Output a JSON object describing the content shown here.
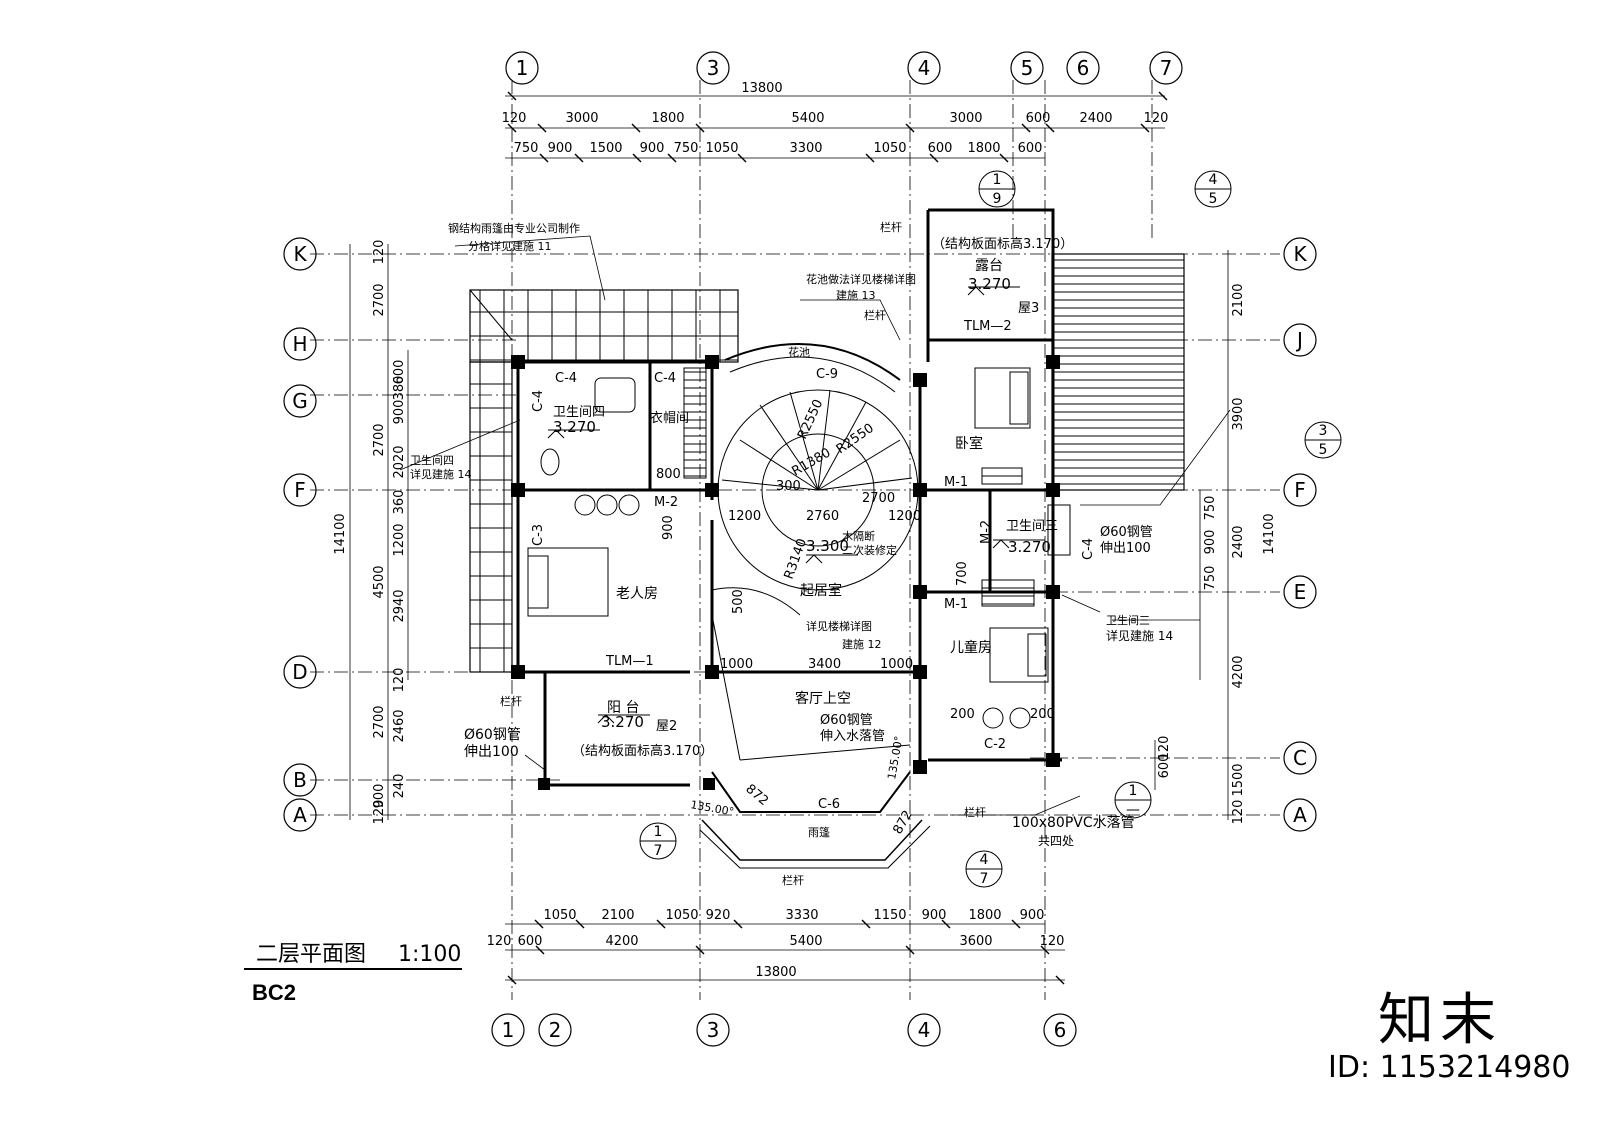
{
  "drawing": {
    "title": "二层平面图",
    "scale": "1:100",
    "sheet_code": "BC2"
  },
  "watermark": {
    "logo": "知末",
    "id_text": "ID: 1153214980"
  },
  "axes_top": [
    "1",
    "3",
    "4",
    "5",
    "6",
    "7"
  ],
  "axes_bottom": [
    "1",
    "2",
    "3",
    "4",
    "6"
  ],
  "axes_left": [
    "K",
    "H",
    "G",
    "F",
    "D",
    "B",
    "A"
  ],
  "axes_right": [
    "K",
    "J",
    "F",
    "E",
    "C",
    "A"
  ],
  "dims_top": {
    "overall": "13800",
    "row1": [
      "120",
      "3000",
      "1800",
      "5400",
      "3000",
      "600",
      "2400",
      "120"
    ],
    "row2": [
      "750",
      "900",
      "1500",
      "900",
      "750",
      "1050",
      "3300",
      "1050",
      "600",
      "1800",
      "600"
    ]
  },
  "dims_bottom": {
    "row1": [
      "1050",
      "2100",
      "1050",
      "920",
      "3330",
      "1150",
      "900",
      "1800",
      "900"
    ],
    "row2": [
      "120",
      "600",
      "4200",
      "5400",
      "3600",
      "120"
    ],
    "overall": "13800"
  },
  "dims_left": {
    "overall": "14100",
    "segments": [
      "120",
      "2700",
      "2700",
      "4500",
      "2700",
      "900",
      "120"
    ],
    "details": [
      "600",
      "380",
      "900",
      "2020",
      "360",
      "1200",
      "2940",
      "120",
      "2460",
      "240"
    ]
  },
  "dims_right": {
    "overall": "14100",
    "segments": [
      "2100",
      "3900",
      "2400",
      "4200",
      "1500",
      "120"
    ],
    "details": [
      "750",
      "900",
      "750",
      "600",
      "120"
    ]
  },
  "rooms": {
    "bath4": "卫生间四",
    "bath4_level": "3.270",
    "closet": "衣帽间",
    "elder_room": "老人房",
    "living_room": "起居室",
    "living_level": "3.300",
    "bedroom": "卧室",
    "terrace": "露台",
    "terrace_level": "3.270",
    "bath3": "卫生间三",
    "bath3_level": "3.270",
    "kids_room": "儿童房",
    "hall_void": "客厅上空",
    "balcony": "阳 台",
    "balcony_level": "3.270"
  },
  "labels": {
    "steel_canopy_1": "钢结构雨篷由专业公司制作",
    "steel_canopy_2": "分格详见建施  11",
    "planter_1": "花池做法详见楼梯详图",
    "planter_2": "建施  13",
    "railing": "栏杆",
    "planter": "花池",
    "bath4_detail_1": "卫生间四",
    "bath4_detail_2": "详见建施  14",
    "wood_partition_1": "木隔断",
    "wood_partition_2": "二次装修定",
    "stair_detail_1": "详见楼梯详图",
    "stair_detail_2": "建施  12",
    "pipe60_1": "Ø60钢管",
    "pipe60_2": "伸出100",
    "pipe60_left_1": "Ø60钢管",
    "pipe60_left_2": "伸出100",
    "pipe60_mid_1": "Ø60钢管",
    "pipe60_mid_2": "伸入水落管",
    "bath3_detail_1": "卫生间三",
    "bath3_detail_2": "详见建施  14",
    "slab_level_terrace": "（结构板面标高3.170）",
    "slab_level_balcony": "（结构板面标高3.170）",
    "roof3": "屋3",
    "roof2": "屋2",
    "canopy": "雨篷",
    "pvc_pipe_1": "100x80PVC水落管",
    "pvc_pipe_2": "共四处",
    "door_tlm1": "TLM—1",
    "door_tlm2": "TLM—2",
    "win_c4a": "C-4",
    "win_c4b": "C-4",
    "win_c4c": "C-4",
    "win_c3": "C-3",
    "win_c9": "C-9",
    "win_c6": "C-6",
    "win_c2": "C-2",
    "door_m1a": "M-1",
    "door_m1b": "M-1",
    "door_m2a": "M-2",
    "door_m2b": "M-2",
    "r1": "R2550",
    "r2": "R1380",
    "r3": "R3140",
    "r4": "R2550",
    "d_300": "300",
    "d_1200a": "1200",
    "d_2760": "2760",
    "d_1200b": "1200",
    "d_2700": "2700",
    "d_1000a": "1000",
    "d_3400": "3400",
    "d_1000b": "1000",
    "d_500": "500",
    "d_800": "800",
    "d_900": "900",
    "d_700": "700",
    "d_200a": "200",
    "d_200b": "200",
    "d_872a": "872",
    "d_872b": "872",
    "d_135a": "135.00°",
    "d_135b": "135.00°"
  },
  "detail_refs": [
    {
      "top": "1",
      "bottom": "9"
    },
    {
      "top": "4",
      "bottom": "5"
    },
    {
      "top": "3",
      "bottom": "5"
    },
    {
      "top": "1",
      "bottom": "7"
    },
    {
      "top": "4",
      "bottom": "7"
    },
    {
      "top": "1",
      "bottom": "—"
    }
  ]
}
